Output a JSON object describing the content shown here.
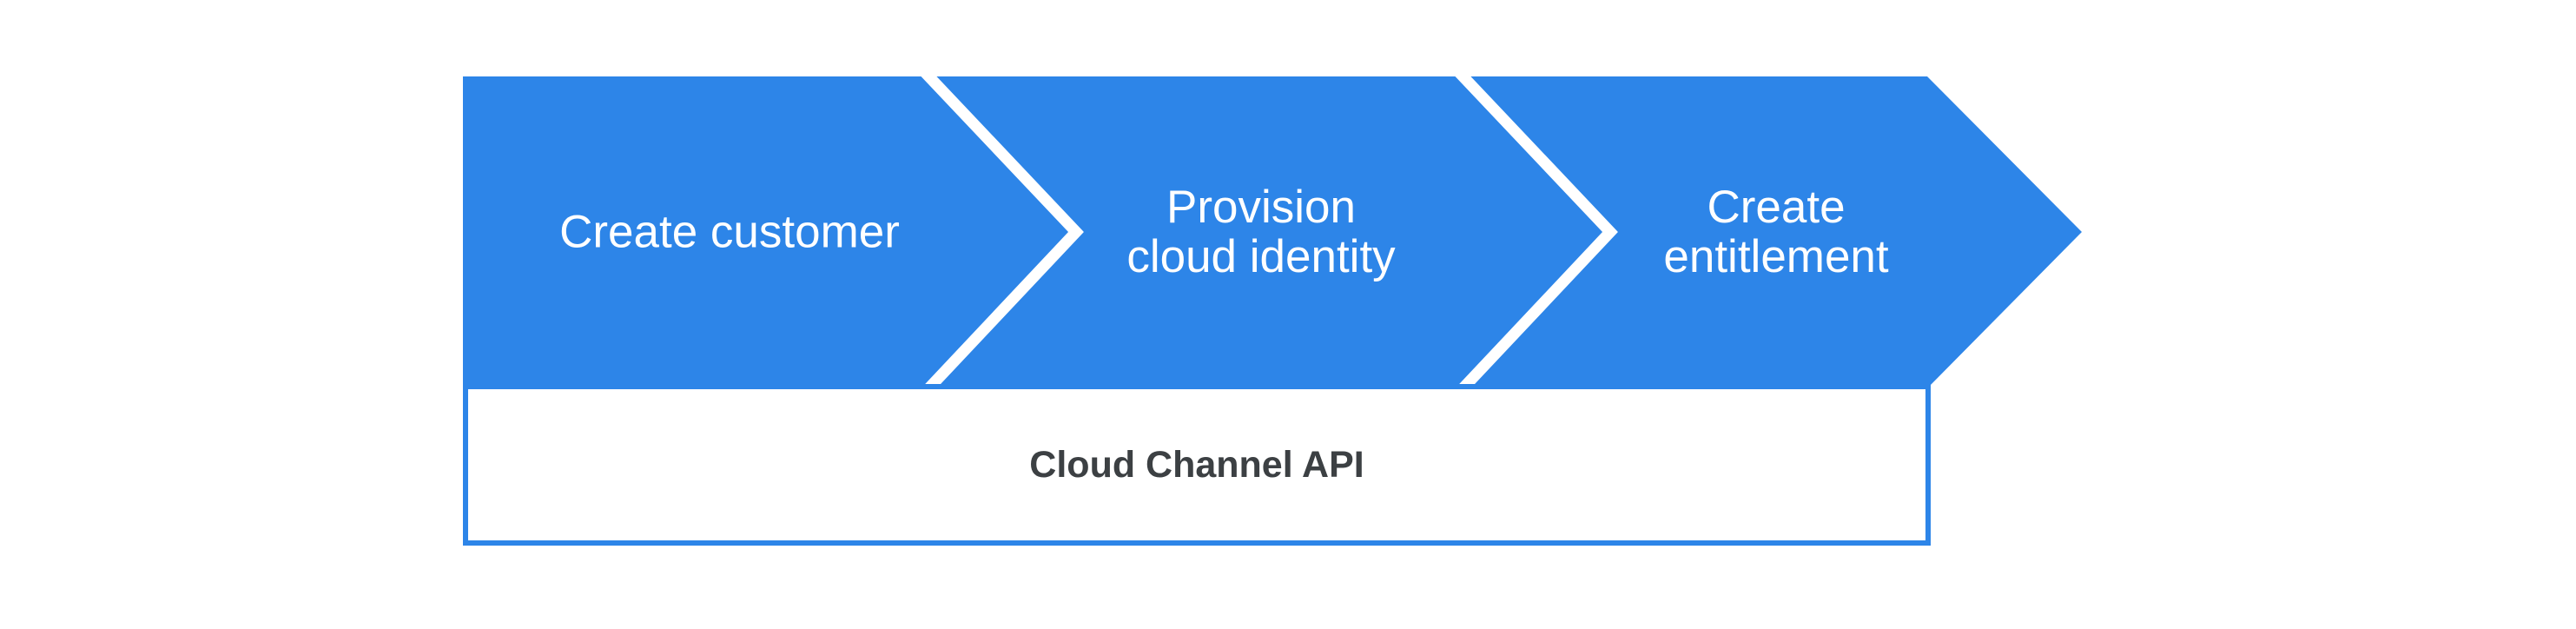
{
  "flow": {
    "steps": [
      {
        "lines": [
          "Create customer",
          ""
        ]
      },
      {
        "lines": [
          "Provision",
          "cloud identity"
        ]
      },
      {
        "lines": [
          "Create",
          "entitlement"
        ]
      }
    ],
    "api_box": {
      "label": "Cloud Channel API"
    },
    "colors": {
      "arrow_blue": "#2d85e8",
      "separator_white": "#ffffff",
      "step_text": "#ffffff",
      "api_text_gray": "#3c4043",
      "background": "#ffffff"
    }
  }
}
